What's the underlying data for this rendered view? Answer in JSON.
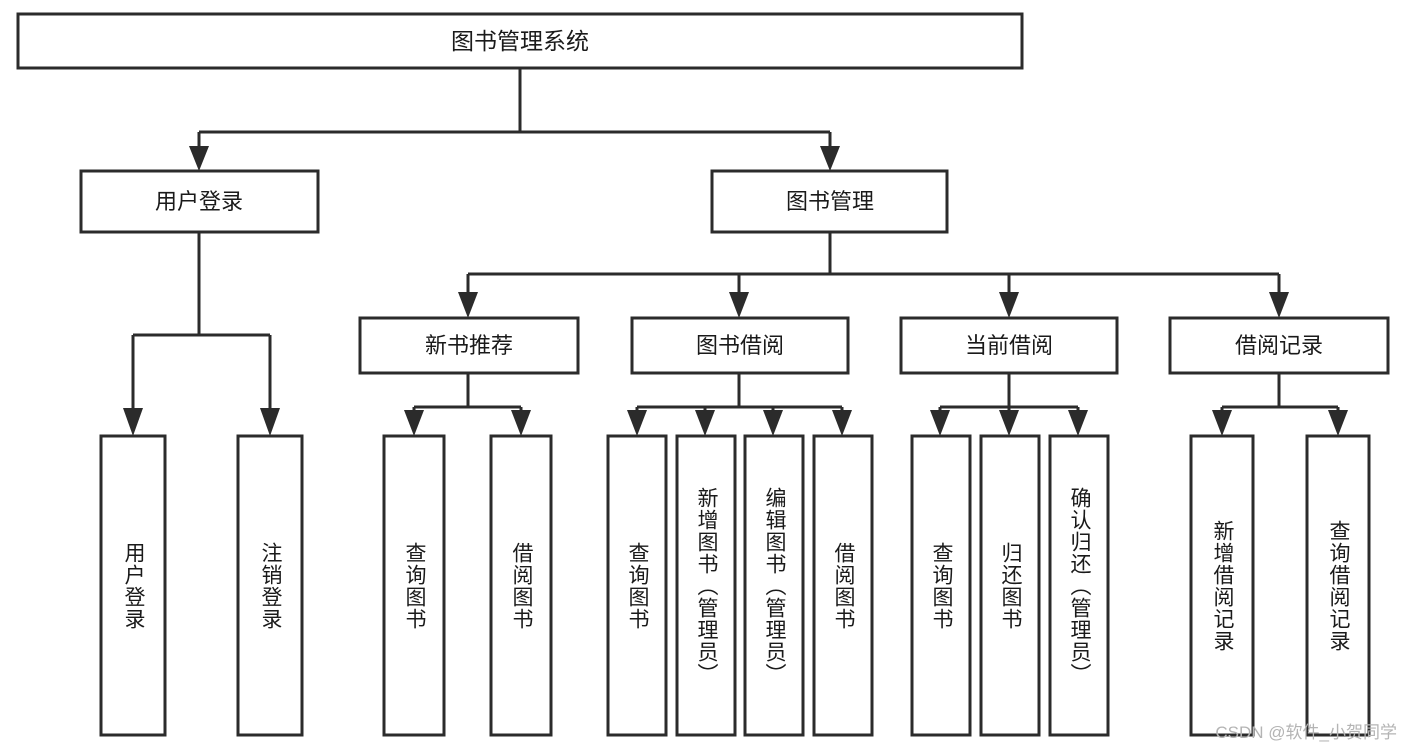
{
  "diagram": {
    "type": "tree",
    "title": "图书管理系统",
    "orientation": "top-down",
    "colors": {
      "stroke": "#2b2b2b",
      "fill": "#ffffff",
      "text": "#1a1a1a",
      "watermark": "#b4b4b4"
    }
  },
  "root": {
    "label": "图书管理系统"
  },
  "level2": [
    {
      "label": "用户登录"
    },
    {
      "label": "图书管理"
    }
  ],
  "level3": [
    {
      "label": "新书推荐"
    },
    {
      "label": "图书借阅"
    },
    {
      "label": "当前借阅"
    },
    {
      "label": "借阅记录"
    }
  ],
  "leaves": {
    "user_login": [
      {
        "label": "用户登录"
      },
      {
        "label": "注销登录"
      }
    ],
    "new_book_recommend": [
      {
        "label": "查询图书"
      },
      {
        "label": "借阅图书"
      }
    ],
    "book_borrow": [
      {
        "label": "查询图书"
      },
      {
        "label": "新增图书（管理员）"
      },
      {
        "label": "编辑图书（管理员）"
      },
      {
        "label": "借阅图书"
      }
    ],
    "current_borrow": [
      {
        "label": "查询图书"
      },
      {
        "label": "归还图书"
      },
      {
        "label": "确认归还（管理员）"
      }
    ],
    "borrow_record": [
      {
        "label": "新增借阅记录"
      },
      {
        "label": "查询借阅记录"
      }
    ]
  },
  "watermark": {
    "text": "CSDN @软件_小贺同学"
  }
}
